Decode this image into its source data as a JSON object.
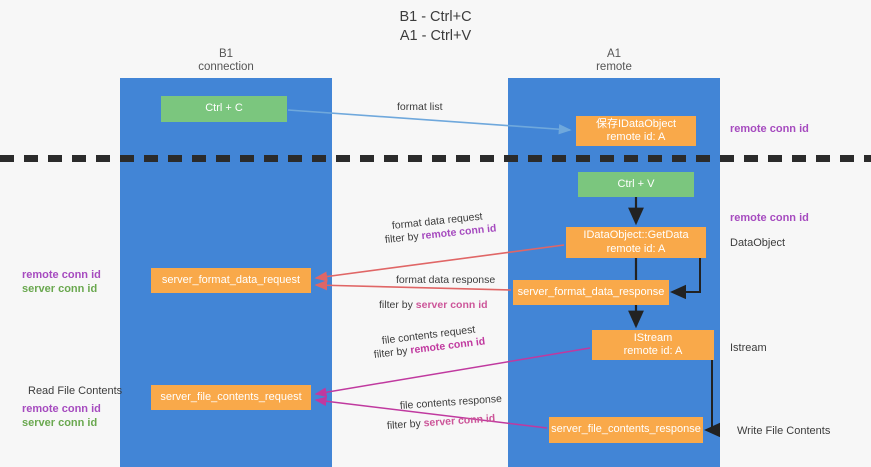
{
  "title": {
    "line1": "B1 - Ctrl+C",
    "line2": "A1 - Ctrl+V"
  },
  "lanes": [
    {
      "id": "b1",
      "name": "B1",
      "role": "connection",
      "color": "#4285d6"
    },
    {
      "id": "a1",
      "name": "A1",
      "role": "remote",
      "color": "#4285d6"
    }
  ],
  "colors": {
    "lane": "#4285d6",
    "green_node": "#7bc67e",
    "orange_node": "#f9a94a",
    "remote_conn_id": "#a64bbf",
    "server_conn_id_green": "#6aa84f",
    "server_conn_id_pink": "#cc5599",
    "arrow_blue": "#6fa8dc",
    "arrow_red": "#e06666",
    "arrow_magenta": "#c0399f",
    "arrow_black": "#222222",
    "divider": "#2b2b2b",
    "background": "#f7f7f7"
  },
  "nodes": {
    "ctrl_c": {
      "label": "Ctrl + C",
      "style": "green"
    },
    "idataobject": {
      "line1": "保存IDataObject",
      "line2": "remote id: A",
      "style": "orange"
    },
    "ctrl_v": {
      "label": "Ctrl + V",
      "style": "green"
    },
    "getdata": {
      "line1": "IDataObject::GetData",
      "line2": "remote id: A",
      "style": "orange"
    },
    "server_format_data_request": {
      "label": "server_format_data_request",
      "style": "orange"
    },
    "server_format_data_response": {
      "label": "server_format_data_response",
      "style": "orange"
    },
    "istream": {
      "line1": "IStream",
      "line2": "remote id: A",
      "style": "orange"
    },
    "server_file_contents_request": {
      "label": "server_file_contents_request",
      "style": "orange"
    },
    "server_file_contents_response": {
      "label": "server_file_contents_response",
      "style": "orange"
    }
  },
  "edge_labels": {
    "format_list": "format list",
    "format_data_request": "format data request",
    "filter_by": "filter by ",
    "remote_conn_id": "remote conn id",
    "format_data_response": "format data response",
    "server_conn_id": "server conn id",
    "file_contents_request": "file contents request",
    "file_contents_response": "file contents response"
  },
  "annotations": {
    "right_remote_conn_id_top": "remote conn id",
    "right_remote_conn_id_mid": "remote conn id",
    "right_dataobject": "DataObject",
    "right_istream": "Istream",
    "right_write_file_contents": "Write File Contents",
    "left_remote_conn_id": "remote conn id",
    "left_server_conn_id": "server conn id",
    "left_read_file_contents": "Read File Contents",
    "left_remote_conn_id_2": "remote conn id",
    "left_server_conn_id_2": "server conn id"
  }
}
